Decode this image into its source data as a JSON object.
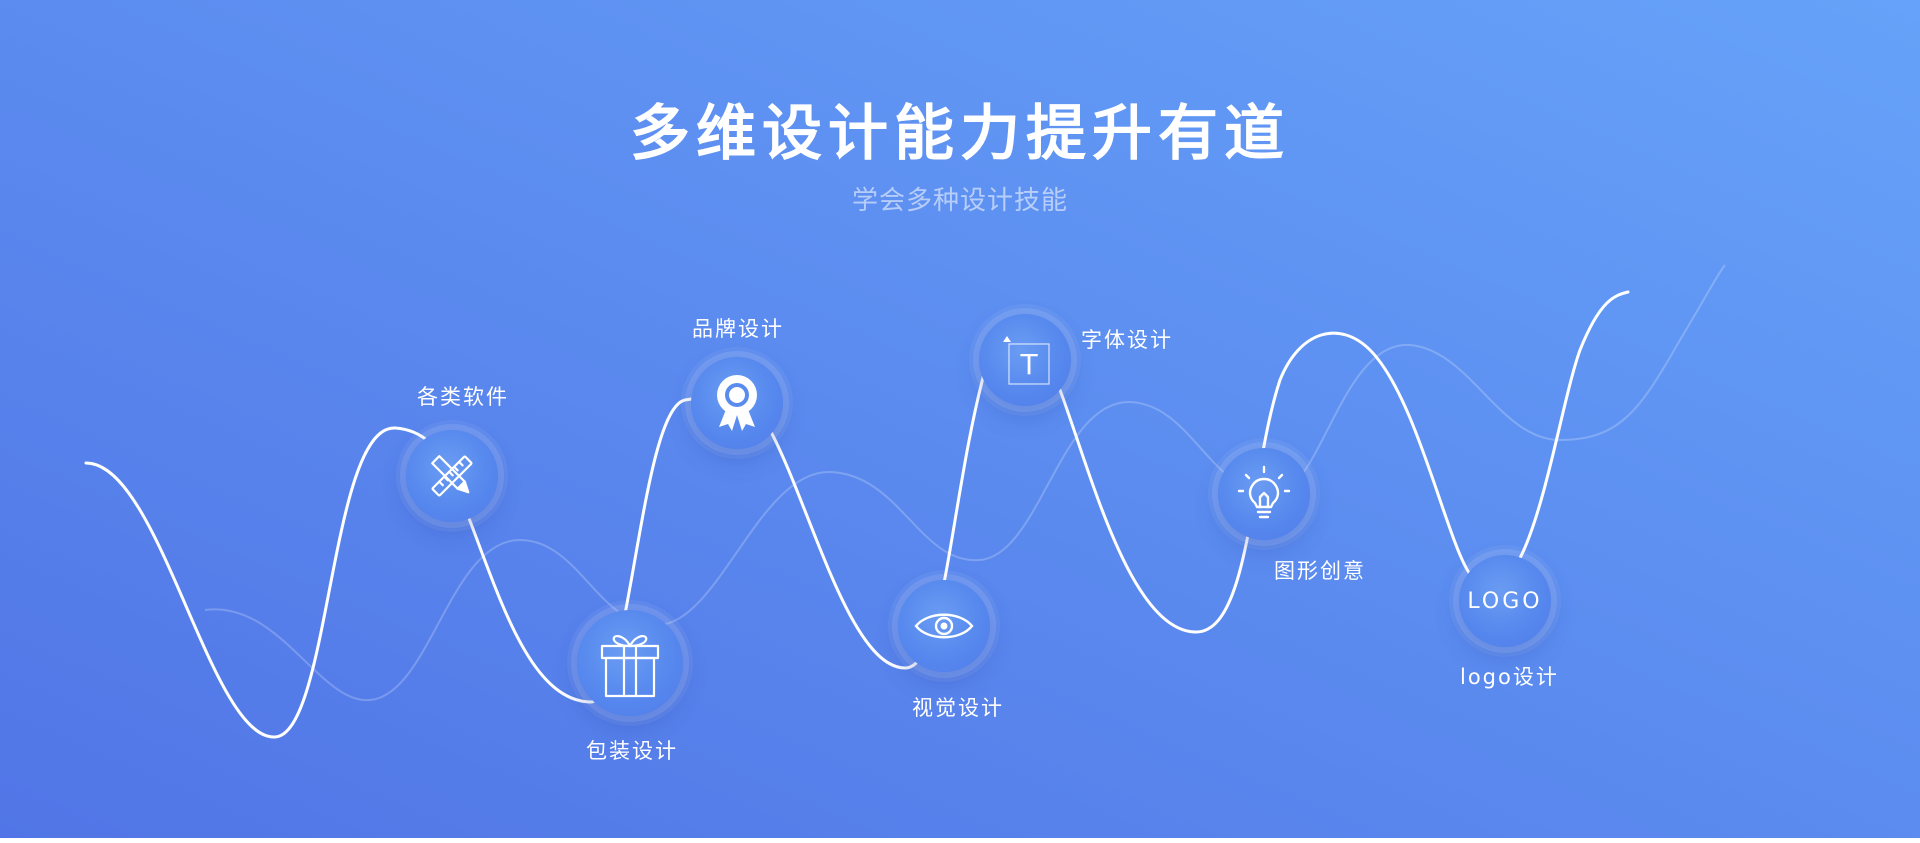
{
  "header": {
    "title": "多维设计能力提升有道",
    "subtitle": "学会多种设计技能"
  },
  "skills": [
    {
      "label": "各类软件",
      "icon": "pencil-ruler-icon"
    },
    {
      "label": "包装设计",
      "icon": "gift-box-icon"
    },
    {
      "label": "品牌设计",
      "icon": "award-medal-icon"
    },
    {
      "label": "视觉设计",
      "icon": "eye-icon"
    },
    {
      "label": "字体设计",
      "icon": "text-type-icon"
    },
    {
      "label": "图形创意",
      "icon": "light-bulb-icon"
    },
    {
      "label": "logo设计",
      "icon": "logo-text-icon",
      "icon_text": "LOGO"
    }
  ],
  "type_icon_letter": "T",
  "colors": {
    "background_start": "#5175e6",
    "background_end": "#66a2f9",
    "line": "#ffffff"
  }
}
